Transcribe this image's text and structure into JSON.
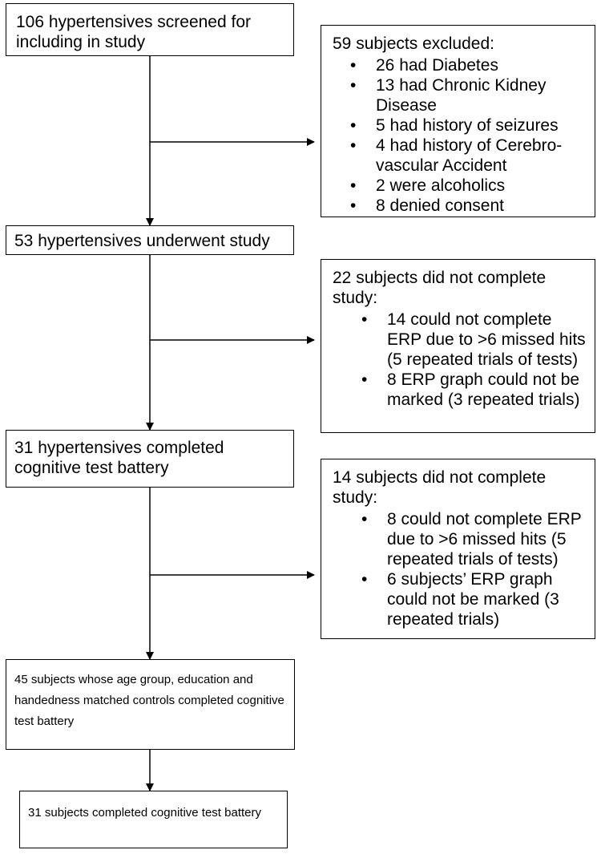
{
  "steps": [
    "106 hypertensives screened for including in study",
    "53 hypertensives underwent study",
    "31 hypertensives completed cognitive test battery",
    "45 subjects whose age group, education and handedness matched controls completed cognitive test battery",
    "31 subjects completed cognitive test battery"
  ],
  "exclusions": [
    {
      "title": "59 subjects excluded:",
      "items": [
        "26 had Diabetes",
        "13 had Chronic Kidney Disease",
        "5 had history of seizures",
        "4 had history of Cerebro-vascular Accident",
        "2 were alcoholics",
        "8 denied consent"
      ]
    },
    {
      "title": "22 subjects did not complete study:",
      "items": [
        "14 could not complete ERP due to >6 missed hits (5 repeated trials of tests)",
        "8 ERP graph could not be marked (3 repeated trials)"
      ]
    },
    {
      "title": "14 subjects did not complete study:",
      "items": [
        "8 could not complete ERP due to >6 missed hits (5 repeated trials of tests)",
        "6 subjects’ ERP graph could not be marked (3 repeated trials)"
      ]
    }
  ],
  "bullet": "•"
}
